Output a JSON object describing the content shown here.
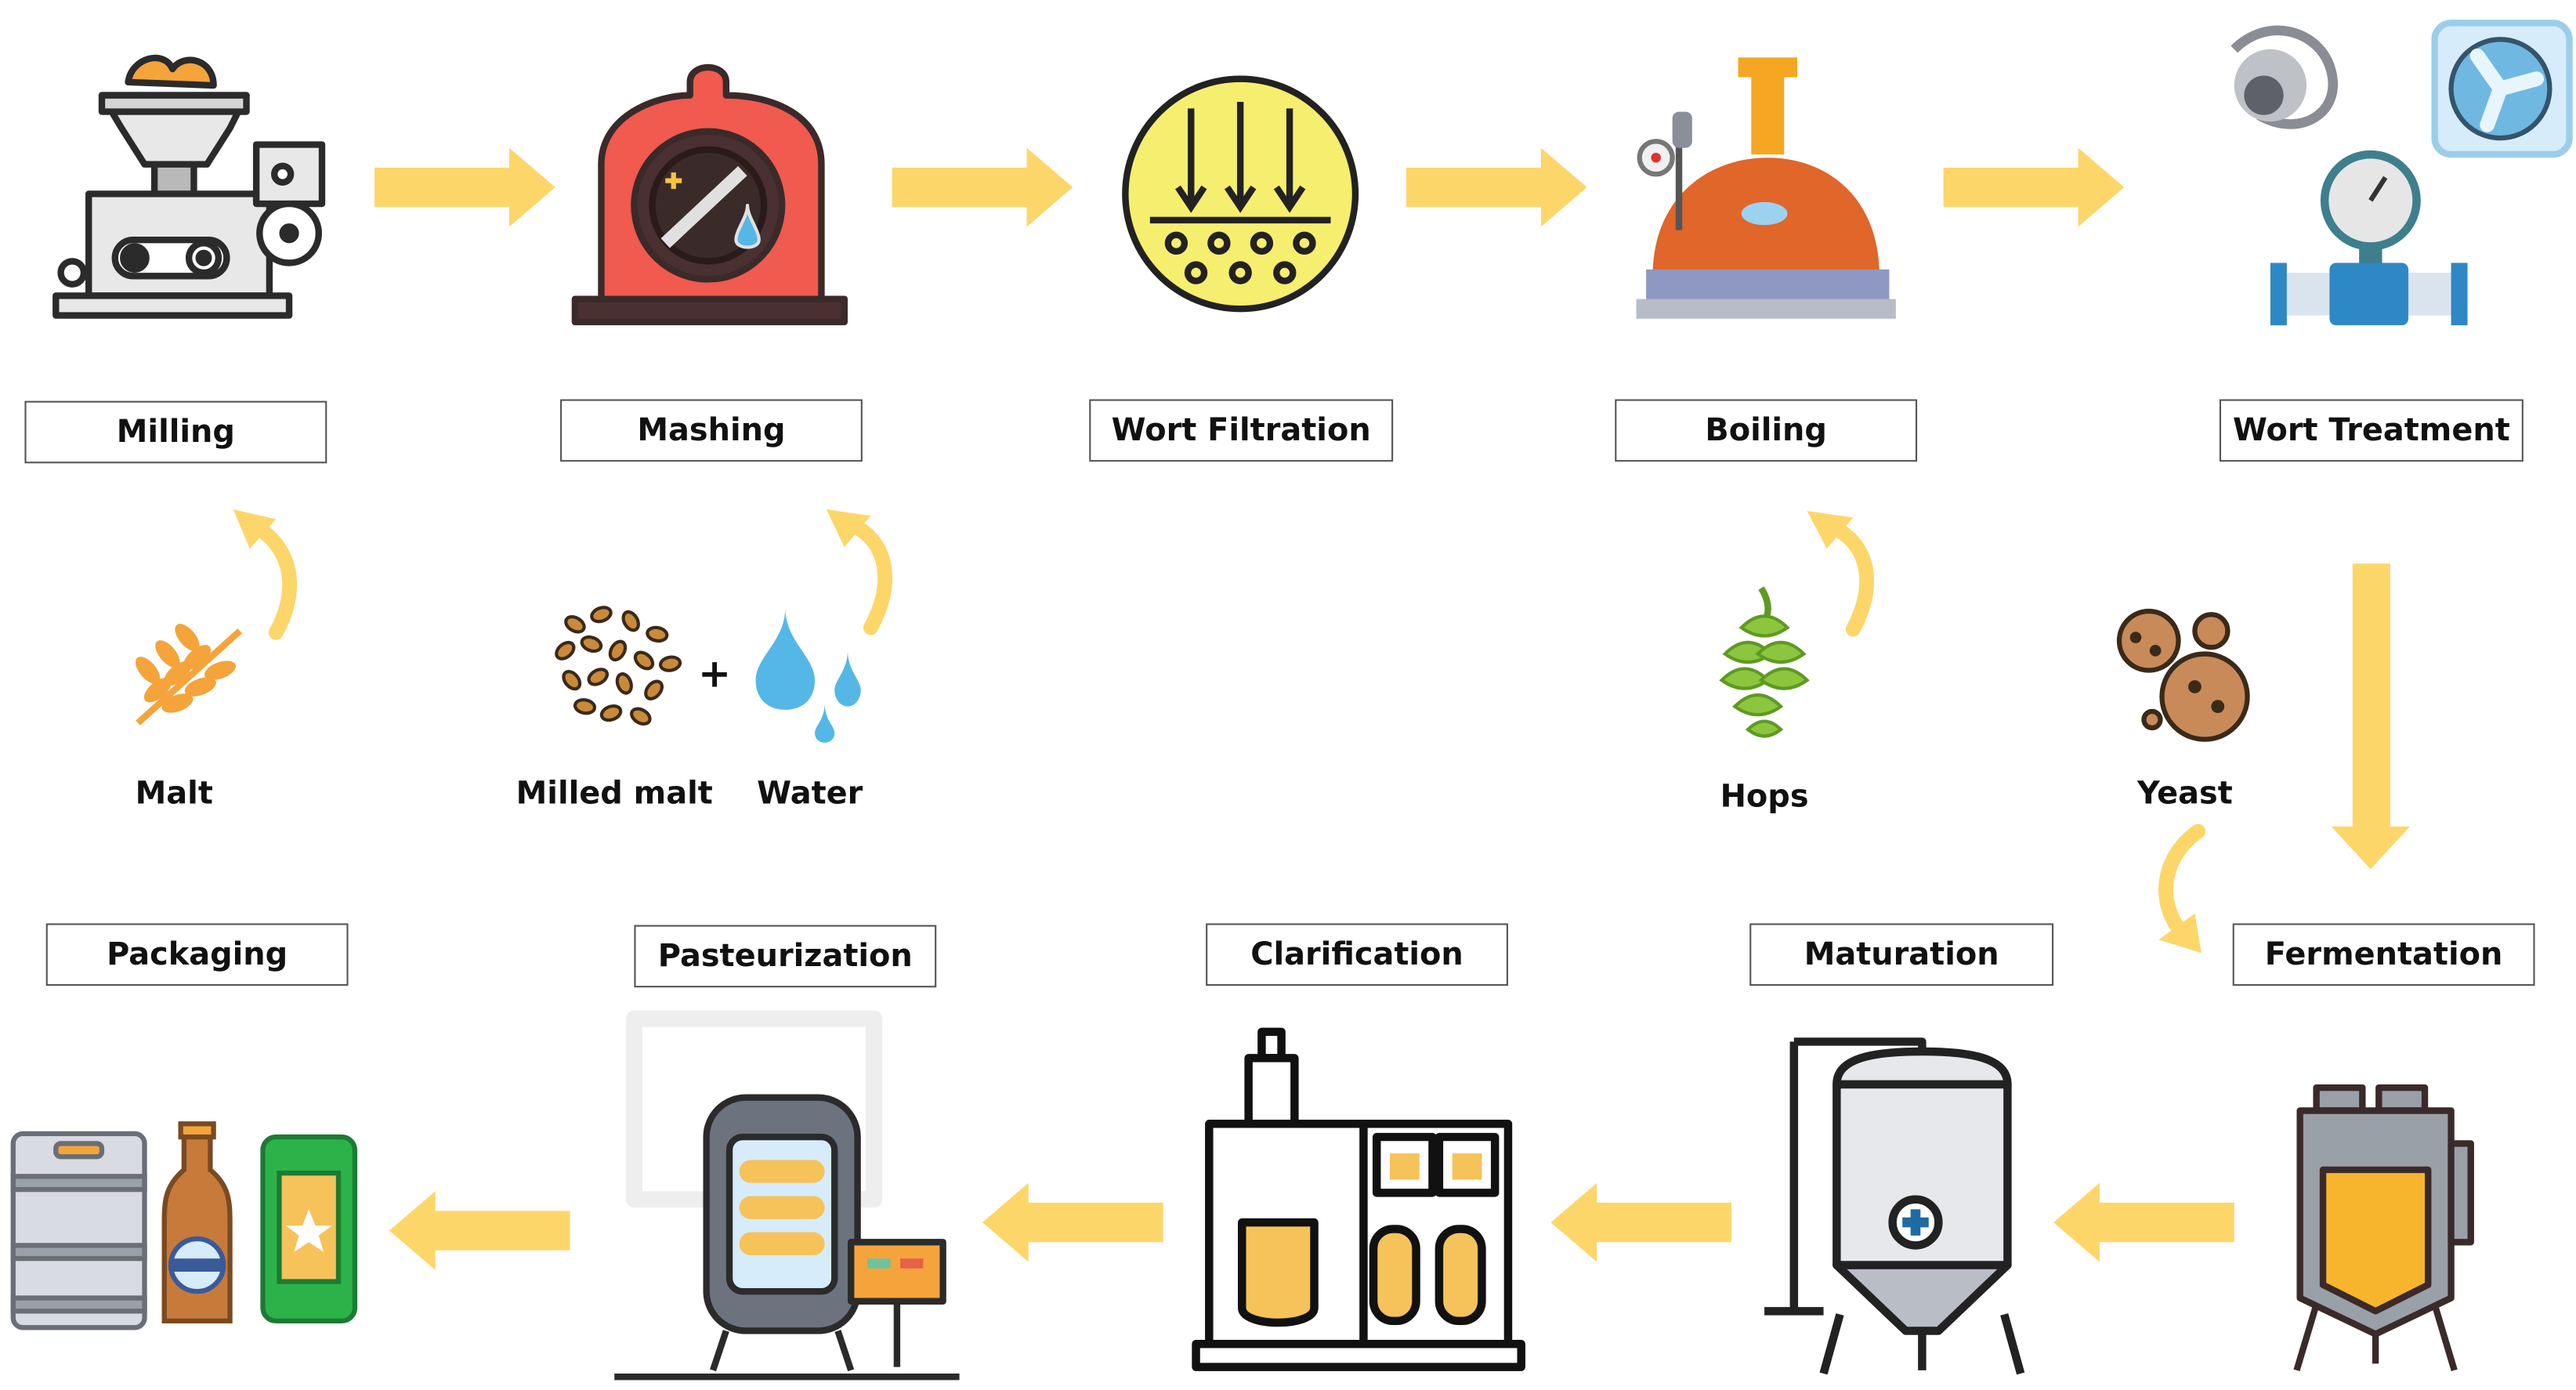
{
  "steps": {
    "milling": "Milling",
    "mashing": "Mashing",
    "wort_filtration": "Wort Filtration",
    "boiling": "Boiling",
    "wort_treatment": "Wort Treatment",
    "fermentation": "Fermentation",
    "maturation": "Maturation",
    "clarification": "Clarification",
    "pasteurization": "Pasteurization",
    "packaging": "Packaging"
  },
  "inputs": {
    "malt": "Malt",
    "milled_malt": "Milled malt",
    "plus": "+",
    "water": "Water",
    "hops": "Hops",
    "yeast": "Yeast"
  },
  "colors": {
    "arrow": "#FDD66A",
    "orange": "#F4A43A",
    "red": "#F05A4F",
    "dark": "#3B2A2A",
    "blue": "#55B7E6",
    "green": "#8CC63E",
    "grey": "#9AA0A8"
  },
  "icons": [
    "mill-machine-icon",
    "mash-tun-icon",
    "filter-icon",
    "brew-kettle-icon",
    "pipe-gauge-icon",
    "fermenter-icon",
    "maturation-tank-icon",
    "clarification-machine-icon",
    "pasteurizer-icon",
    "keg-bottle-can-icon",
    "wheat-icon",
    "grains-icon",
    "water-drops-icon",
    "hops-icon",
    "yeast-icon"
  ]
}
